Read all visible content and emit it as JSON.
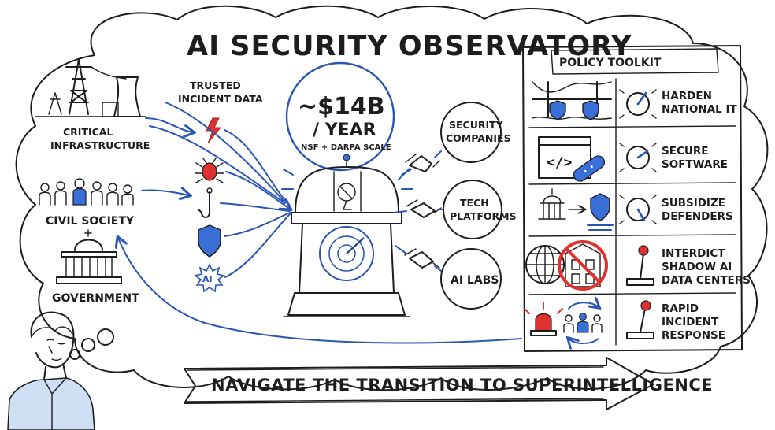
{
  "title": "AI SECURITY OBSERVATORY",
  "sources": [
    {
      "id": "critical",
      "label_line1": "CRITICAL",
      "label_line2": "INFRASTRUCTURE"
    },
    {
      "id": "civil",
      "label_line1": "CIVIL SOCIETY",
      "label_line2": ""
    },
    {
      "id": "gov",
      "label_line1": "GOVERNMENT",
      "label_line2": ""
    }
  ],
  "trusted": {
    "line1": "TRUSTED",
    "line2": "INCIDENT DATA"
  },
  "inputs_icons": [
    "lightning-icon",
    "bug-icon",
    "fishhook-icon",
    "shield-icon",
    "ai-chip-icon"
  ],
  "ai_badge": "AI",
  "budget": {
    "amount": "~$14B",
    "per": "/ YEAR",
    "note": "NSF + DARPA SCALE"
  },
  "partners": [
    {
      "line1": "SECURITY",
      "line2": "COMPANIES"
    },
    {
      "line1": "TECH",
      "line2": "PLATFORMS"
    },
    {
      "line1": "AI LABS",
      "line2": ""
    }
  ],
  "toolkit": {
    "title": "POLICY TOOLKIT",
    "items": [
      {
        "lines": [
          "HARDEN",
          "NATIONAL IT"
        ],
        "left_icon": "bridge-icon",
        "right_icon": "dial-icon"
      },
      {
        "lines": [
          "SECURE",
          "SOFTWARE"
        ],
        "left_icon": "code-window-icon",
        "right_icon": "dial-icon"
      },
      {
        "lines": [
          "SUBSIDIZE",
          "DEFENDERS"
        ],
        "left_icon": "capitol-to-shield-icon",
        "right_icon": "dial-icon"
      },
      {
        "lines": [
          "INTERDICT",
          "SHADOW AI",
          "DATA CENTERS"
        ],
        "left_icon": "globe-no-datacenter-icon",
        "right_icon": "lever-icon"
      },
      {
        "lines": [
          "RAPID",
          "INCIDENT",
          "RESPONSE"
        ],
        "left_icon": "alarm-team-icon",
        "right_icon": "lever-icon"
      }
    ]
  },
  "banner": "NAVIGATE THE TRANSITION TO SUPERINTELLIGENCE",
  "colors": {
    "accent_blue": "#2b55b5",
    "fill_blue": "#3a6fd8",
    "alert_red": "#e03030",
    "ink": "#1d1d1d"
  }
}
